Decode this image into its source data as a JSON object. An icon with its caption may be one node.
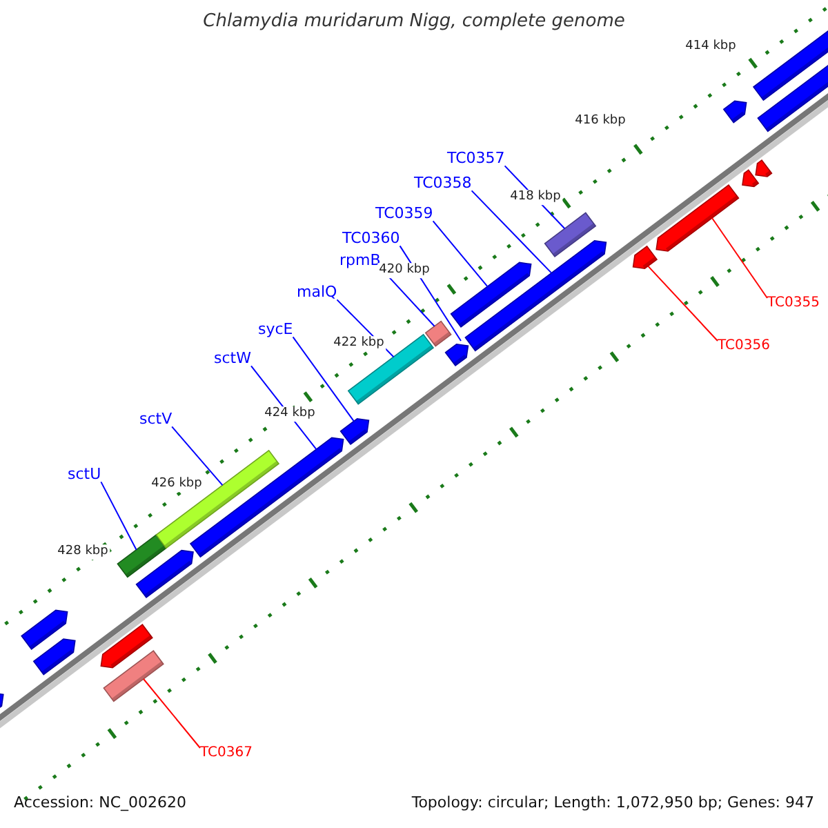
{
  "diagram": {
    "title": "Chlamydia muridarum Nigg, complete genome",
    "nodes": [
      {
        "text": [
          "TC0357"
        ]
      },
      {
        "text": [
          "TC0358"
        ]
      },
      {
        "text": [
          "TC0359"
        ]
      },
      {
        "text": [
          "TC0360"
        ]
      },
      {
        "text": [
          "rpmB"
        ]
      },
      {
        "text": [
          "malQ"
        ]
      },
      {
        "text": [
          "sycE"
        ]
      },
      {
        "text": [
          "sctW"
        ]
      },
      {
        "text": [
          "sctV"
        ]
      },
      {
        "text": [
          "sctU"
        ]
      },
      {
        "text": [
          "TC0355"
        ]
      },
      {
        "text": [
          "TC0356"
        ]
      },
      {
        "text": [
          "TC0367"
        ]
      },
      {
        "text": [],
        "shape": "arrow"
      },
      {
        "text": [],
        "shape": "arrow"
      },
      {
        "text": [],
        "shape": "arrow"
      },
      {
        "text": [],
        "shape": "arrow"
      },
      {
        "text": [],
        "shape": "bar"
      },
      {
        "text": [],
        "shape": "bar"
      },
      {
        "text": [],
        "shape": "arrow"
      },
      {
        "text": [],
        "shape": "bar"
      },
      {
        "text": [],
        "shape": "arrow"
      },
      {
        "text": [],
        "shape": "arrow"
      },
      {
        "text": [],
        "shape": "bar"
      },
      {
        "text": [],
        "shape": "bar"
      },
      {
        "text": [],
        "shape": "arrow"
      },
      {
        "text": [],
        "shape": "arrow"
      },
      {
        "text": [],
        "shape": "arrow"
      },
      {
        "text": [],
        "shape": "bar"
      },
      {
        "text": [],
        "shape": "arrow"
      },
      {
        "text": [],
        "shape": "arrow"
      },
      {
        "text": [],
        "shape": "arrow"
      },
      {
        "text": [],
        "shape": "arrow"
      },
      {
        "text": [],
        "shape": "arrow"
      },
      {
        "text": [],
        "shape": "arrow"
      },
      {
        "text": [],
        "shape": "arrow"
      }
    ],
    "edges": [
      {
        "from": 0,
        "to": 28,
        "arrow": "none"
      },
      {
        "from": 1,
        "to": 27,
        "arrow": "none"
      },
      {
        "from": 2,
        "to": 25,
        "arrow": "none"
      },
      {
        "from": 3,
        "to": 26,
        "arrow": "none"
      },
      {
        "from": 4,
        "to": 24,
        "arrow": "none"
      },
      {
        "from": 5,
        "to": 23,
        "arrow": "none"
      },
      {
        "from": 6,
        "to": 22,
        "arrow": "none"
      },
      {
        "from": 7,
        "to": 21,
        "arrow": "none"
      },
      {
        "from": 8,
        "to": 20,
        "arrow": "none"
      },
      {
        "from": 9,
        "to": 18,
        "arrow": "none"
      },
      {
        "from": 10,
        "to": 30,
        "arrow": "none",
        "color": "#ff0000"
      },
      {
        "from": 11,
        "to": 29,
        "arrow": "none",
        "color": "#ff0000"
      },
      {
        "from": 12,
        "to": 17,
        "arrow": "none",
        "color": "#ff0000"
      }
    ],
    "labels": [
      "414 kbp",
      "416 kbp",
      "418 kbp",
      "420 kbp",
      "422 kbp",
      "424 kbp",
      "426 kbp",
      "428 kbp",
      "Accession: NC_002620",
      "Topology: circular; Length: 1,072,950 bp; Genes: 947"
    ]
  }
}
